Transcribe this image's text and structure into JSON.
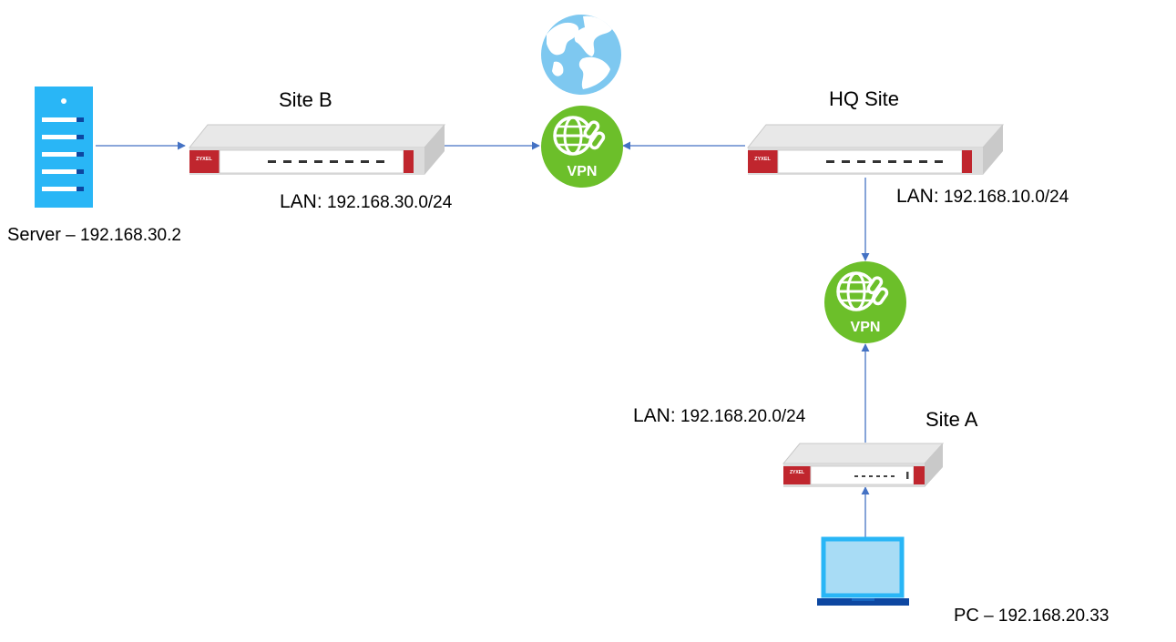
{
  "sites": {
    "site_b": {
      "title": "Site B",
      "lan_key": "LAN:",
      "lan_value": "192.168.30.0/24"
    },
    "hq": {
      "title": "HQ Site",
      "lan_key": "LAN:",
      "lan_value": "192.168.10.0/24"
    },
    "site_a": {
      "title": "Site A",
      "lan_key": "LAN:",
      "lan_value": "192.168.20.0/24"
    }
  },
  "hosts": {
    "server": {
      "name": "Server",
      "separator": " – ",
      "ip": "192.168.30.2"
    },
    "pc": {
      "name": "PC",
      "separator": " – ",
      "ip": "192.168.20.33"
    }
  },
  "devices": {
    "brand": "ZYXEL"
  },
  "vpn": {
    "label": "VPN"
  },
  "colors": {
    "link": "#4472c4",
    "vpn_green": "#6cbf2a",
    "device_red": "#c0262e",
    "device_gray": "#d6d6d6",
    "server_blue": "#29b6f6",
    "globe_blue": "#7ec8f0"
  },
  "icons": [
    "globe-icon",
    "vpn-icon",
    "server-icon",
    "laptop-icon",
    "firewall-icon"
  ]
}
